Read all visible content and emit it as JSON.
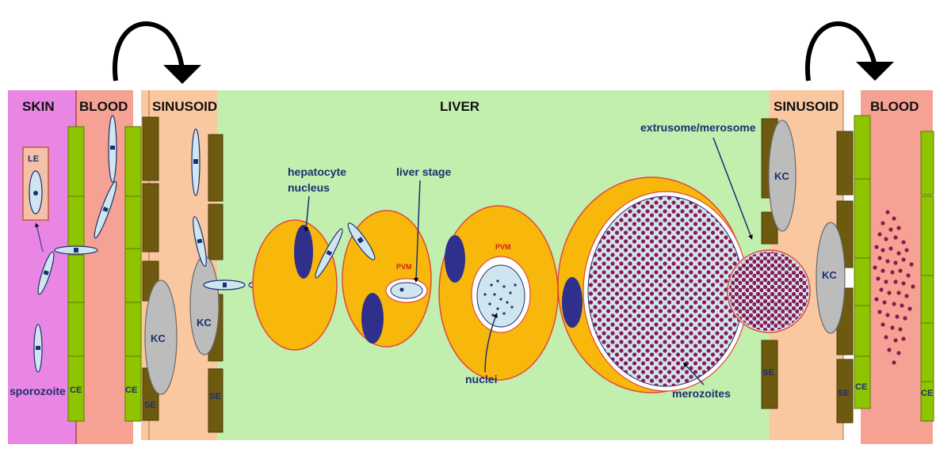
{
  "regions": {
    "skin": "SKIN",
    "blood_left": "BLOOD",
    "sinusoid_left": "SINUSOID",
    "liver": "LIVER",
    "sinusoid_right": "SINUSOID",
    "blood_right": "BLOOD"
  },
  "labels": {
    "le": "LE",
    "sporozoite": "sporozoite",
    "ce": "CE",
    "se": "SE",
    "kc": "KC",
    "hepatocyte_nucleus_line1": "hepatocyte",
    "hepatocyte_nucleus_line2": "nucleus",
    "liver_stage": "liver stage",
    "pvm": "PVM",
    "nuclei": "nuclei",
    "extrusome_merosome": "extrusome/merosome",
    "merozoites": "merozoites"
  },
  "colors": {
    "skin": "#e985e3",
    "blood": "#f5a294",
    "sinusoid": "#fac8a0",
    "liver": "#c2eeae",
    "hepatocyte": "#f8b80b",
    "hepatocyte_outline": "#e0483c",
    "nucleus": "#2f2f8c",
    "kupffer_cell": "#bcbcbc",
    "endothelial_cell": "#8ec400",
    "sinusoidal_endothelium": "#6e5a0e",
    "parasite_vacuole": "#cfe6f0",
    "merozoite": "#8c1a4e"
  }
}
